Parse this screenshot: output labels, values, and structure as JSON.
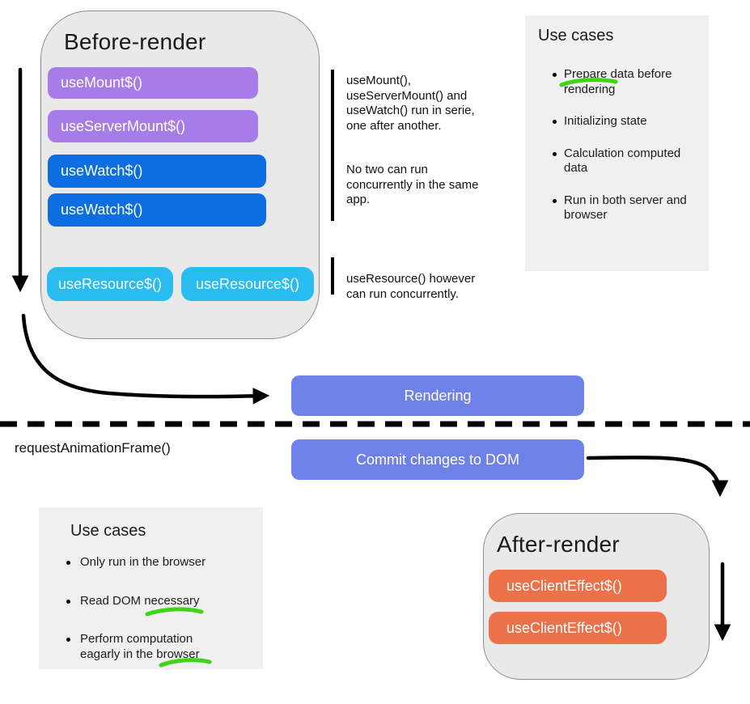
{
  "colors": {
    "purple": "#a87ce8",
    "blue": "#0d6ee2",
    "cyan": "#29bcf0",
    "indigo": "#6e81e8",
    "orange": "#ec7148",
    "marker_green": "#3fd414",
    "container_gray": "#e9e9e9",
    "container_border": "#8d8d8d",
    "panel_gray": "#f0f0f0",
    "ink": "#000000"
  },
  "before_render": {
    "title": "Before-render",
    "hooks": [
      {
        "label": "useMount$()",
        "color": "purple"
      },
      {
        "label": "useServerMount$()",
        "color": "purple"
      },
      {
        "label": "useWatch$()",
        "color": "blue"
      },
      {
        "label": "useWatch$()",
        "color": "blue"
      }
    ],
    "resources": [
      {
        "label": "useResource$()",
        "color": "cyan"
      },
      {
        "label": "useResource$()",
        "color": "cyan"
      }
    ]
  },
  "notes": {
    "serial": "useMount(),\nuseServerMount() and\nuseWatch() run in serie,\none after another.",
    "concurrency": "No two can run\nconcurrently in the same\napp.",
    "resource": "useResource() however\ncan run concurrently."
  },
  "use_cases_before": {
    "title": "Use cases",
    "items": [
      "Prepare data before rendering",
      "Initializing state",
      "Calculation computed data",
      "Run in both server and browser"
    ],
    "underlined_word": "Prepare"
  },
  "flow": {
    "rendering_label": "Rendering",
    "commit_label": "Commit changes to DOM",
    "raf_label": "requestAnimationFrame()"
  },
  "use_cases_after": {
    "title": "Use cases",
    "items": [
      "Only run in the browser",
      "Read DOM necessary",
      "Perform computation eagarly in the browser"
    ],
    "underlined_words": [
      "necessary",
      "browser"
    ]
  },
  "after_render": {
    "title": "After-render",
    "hooks": [
      {
        "label": "useClientEffect$()",
        "color": "orange"
      },
      {
        "label": "useClientEffect$()",
        "color": "orange"
      }
    ]
  }
}
